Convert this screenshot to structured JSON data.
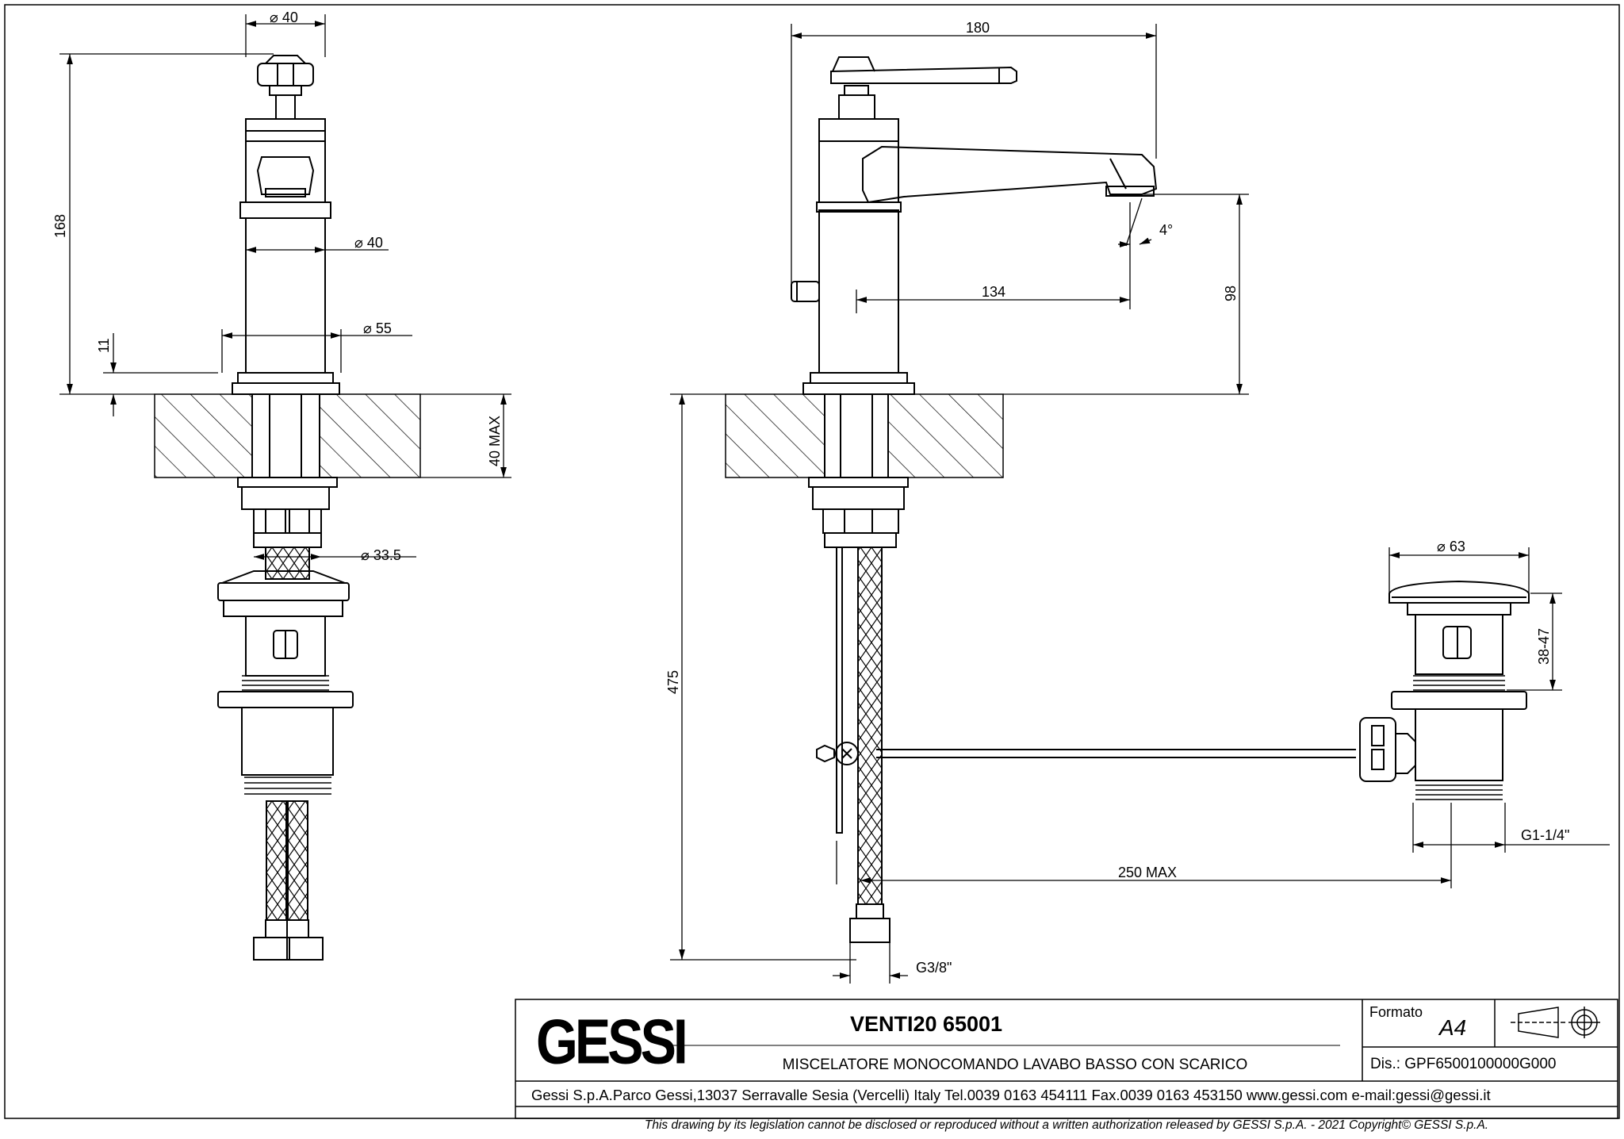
{
  "dimensions": {
    "d40_top": "40",
    "d40_body": "40",
    "d55": "55",
    "d33_5": "33.5",
    "h168": "168",
    "h11": "11",
    "h40max": "40 MAX",
    "w180": "180",
    "w134": "134",
    "angle4": "4°",
    "h98": "98",
    "h475": "475",
    "d63": "63",
    "h38_47": "38-47",
    "g1_1_4": "G1-1/4\"",
    "w250max": "250 MAX",
    "g3_8": "G3/8\""
  },
  "title_block": {
    "logo": "GESSI",
    "product_code": "VENTI20 65001",
    "description": "MISCELATORE MONOCOMANDO LAVABO BASSO CON SCARICO",
    "format_label": "Formato",
    "format_value": "A4",
    "drawing_number": "Dis.: GPF6500100000G000",
    "company_info": "Gessi S.p.A.Parco Gessi,13037 Serravalle Sesia (Vercelli) Italy Tel.0039 0163 454111 Fax.0039 0163 453150 www.gessi.com e-mail:gessi@gessi.it",
    "copyright": "This drawing by its legislation cannot be disclosed or reproduced without a written authorization released by GESSI S.p.A. - 2021 Copyright© GESSI S.p.A."
  }
}
